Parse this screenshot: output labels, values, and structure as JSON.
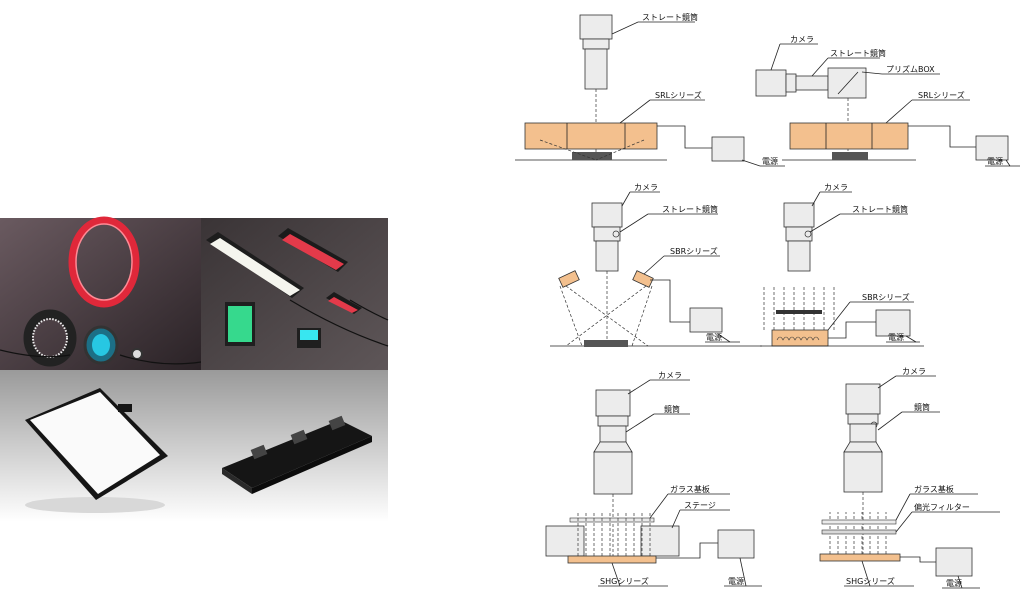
{
  "photos": {
    "ring_lights": "",
    "bar_lights": "",
    "panel_light": "",
    "line_light_unit": ""
  },
  "labels": {
    "camera": "カメラ",
    "straight_tube": "ストレート鏡筒",
    "prism_box": "プリズムBOX",
    "srl_series": "SRLシリーズ",
    "sbr_series": "SBRシリーズ",
    "shg_series": "SHGシリーズ",
    "power_supply": "電源",
    "lens_tube": "鏡筒",
    "glass_substrate": "ガラス基板",
    "stage": "ステージ",
    "polarizing_filter": "偏光フィルター"
  },
  "colors": {
    "orange": "#f3c08e",
    "ring_red": "#e0283a",
    "ring_cyan": "#27c7e3",
    "bar_green": "#36d98d"
  }
}
